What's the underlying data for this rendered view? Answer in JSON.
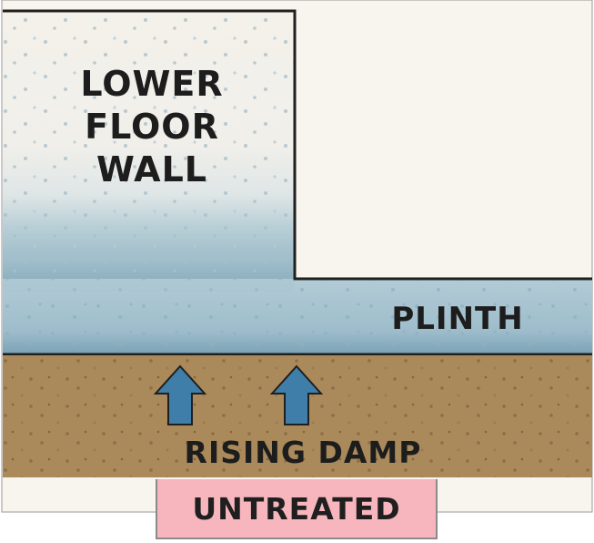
{
  "labels": {
    "wall": [
      "LOWER",
      "FLOOR",
      "WALL"
    ],
    "plinth": "PLINTH",
    "rising_damp": "RISING DAMP",
    "status": "UNTREATED"
  },
  "colors": {
    "background": "#f8f4ee",
    "wall": "#f4f1ea",
    "damp_zone": "#a9c4cf",
    "damp_dark": "#6f97aa",
    "soil": "#aa8a5b",
    "soil_dots": "#8a6a40",
    "arrow": "#3f7ea8",
    "outline": "#1f1f1f",
    "status_badge": "#f7b6bd"
  },
  "icons": [
    "up-arrow-icon",
    "up-arrow-icon"
  ]
}
